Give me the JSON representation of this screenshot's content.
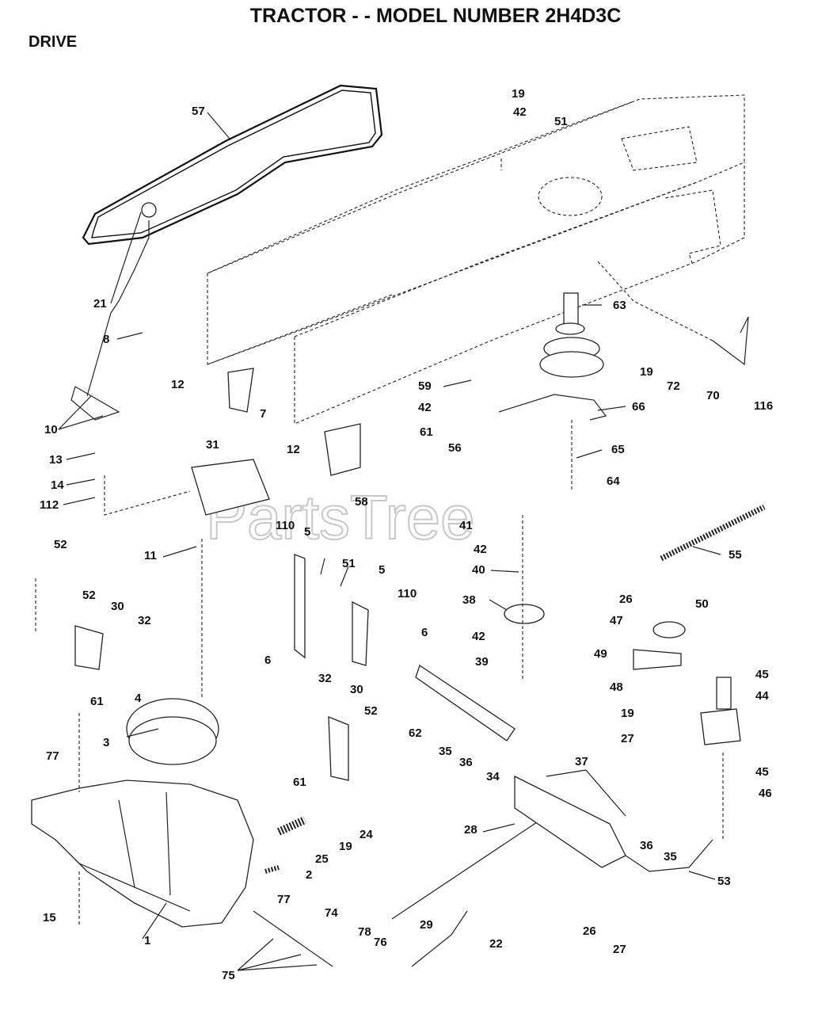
{
  "header": {
    "title": "TRACTOR - - MODEL NUMBER 2H4D3C",
    "section": "DRIVE"
  },
  "watermark": {
    "text": "PartsTree",
    "trademark": "™"
  },
  "callouts": [
    "57",
    "19",
    "42",
    "51",
    "63",
    "21",
    "8",
    "19",
    "72",
    "70",
    "116",
    "10",
    "12",
    "31",
    "7",
    "59",
    "42",
    "66",
    "61",
    "56",
    "65",
    "13",
    "12",
    "14",
    "112",
    "58",
    "64",
    "41",
    "42",
    "40",
    "55",
    "110",
    "5",
    "11",
    "51",
    "5",
    "110",
    "52",
    "38",
    "26",
    "50",
    "47",
    "52",
    "30",
    "32",
    "6",
    "6",
    "42",
    "49",
    "39",
    "45",
    "44",
    "61",
    "48",
    "4",
    "32",
    "30",
    "62",
    "52",
    "19",
    "35",
    "36",
    "34",
    "27",
    "3",
    "61",
    "45",
    "77",
    "46",
    "37",
    "28",
    "24",
    "19",
    "36",
    "35",
    "25",
    "2",
    "53",
    "77",
    "15",
    "1",
    "29",
    "26",
    "22",
    "74",
    "27",
    "78",
    "76",
    "75"
  ]
}
